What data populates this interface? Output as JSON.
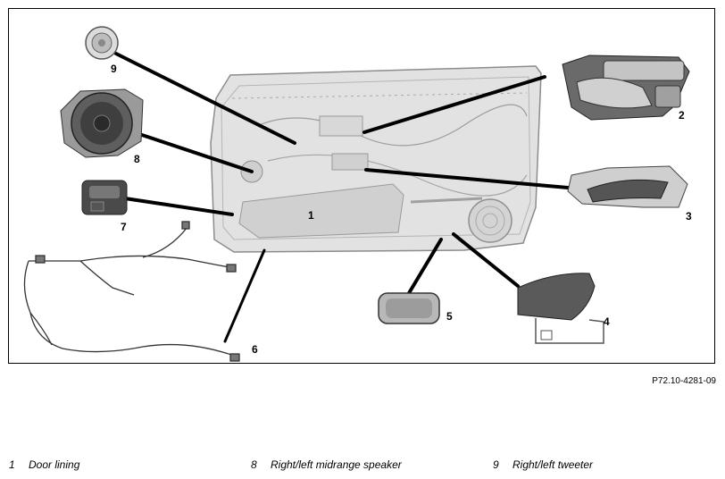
{
  "figure_ref": "P72.10-4281-09",
  "callouts": [
    "1",
    "2",
    "3",
    "4",
    "5",
    "6",
    "7",
    "8",
    "9"
  ],
  "legend": [
    {
      "num": "1",
      "text": "Door lining"
    },
    {
      "num": "8",
      "text": "Right/left midrange speaker"
    },
    {
      "num": "9",
      "text": "Right/left tweeter"
    }
  ]
}
